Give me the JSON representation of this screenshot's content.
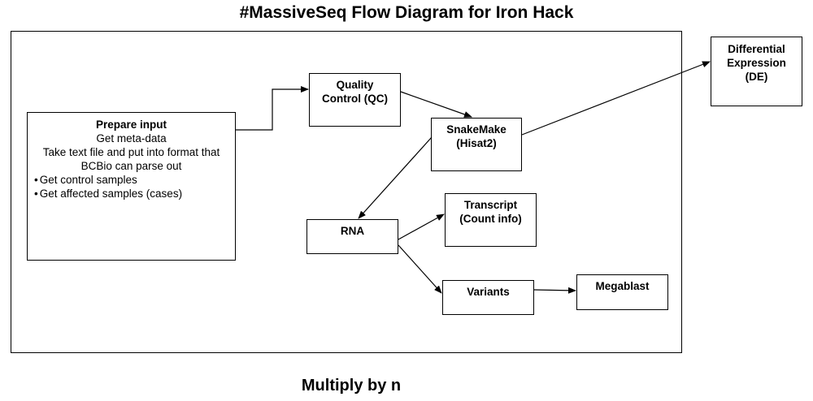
{
  "title": "#MassiveSeq Flow Diagram for Iron Hack",
  "footer": "Multiply by n",
  "nodes": {
    "prepare_input": {
      "title": "Prepare input",
      "lines": [
        "Get meta-data",
        "Take text file and put into format that",
        "BCBio can parse out"
      ],
      "bullets": [
        "Get control samples",
        "Get affected samples (cases)"
      ]
    },
    "qc": {
      "lines": [
        "Quality",
        "Control (QC)"
      ]
    },
    "snakemake": {
      "lines": [
        "SnakeMake",
        "(Hisat2)"
      ]
    },
    "de": {
      "lines": [
        "Differential",
        "Expression",
        "(DE)"
      ]
    },
    "rna": {
      "lines": [
        "RNA"
      ]
    },
    "transcript": {
      "lines": [
        "Transcript",
        "(Count info)"
      ]
    },
    "variants": {
      "lines": [
        "Variants"
      ]
    },
    "megablast": {
      "lines": [
        "Megablast"
      ]
    }
  }
}
